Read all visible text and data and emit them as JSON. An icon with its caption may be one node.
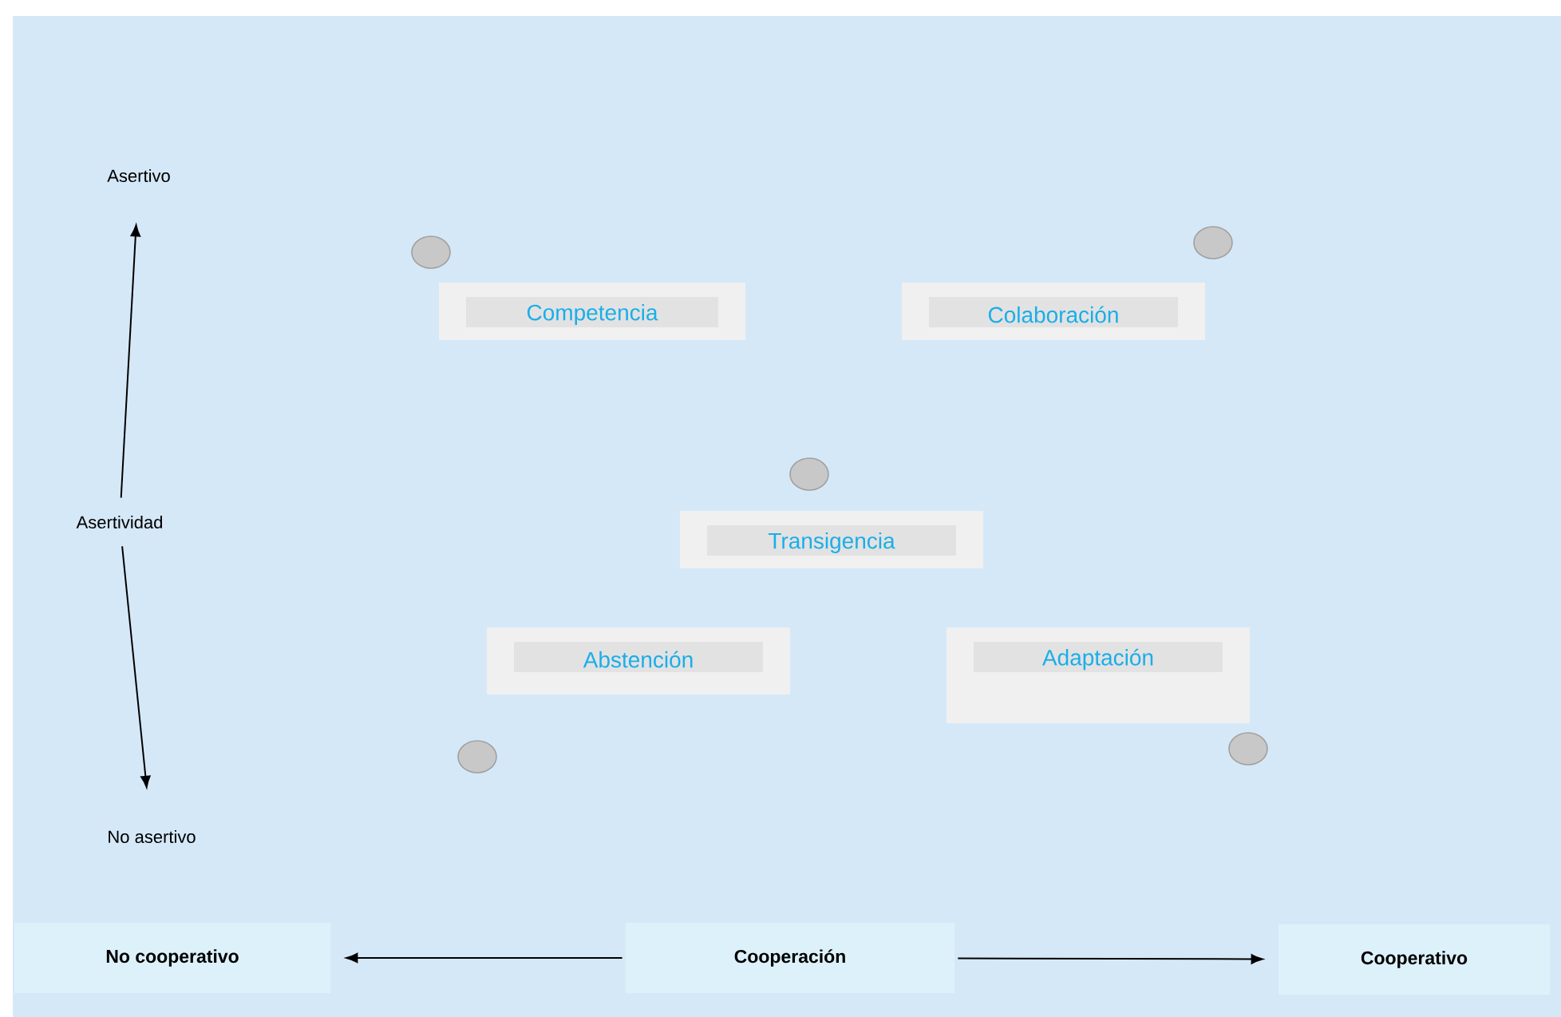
{
  "diagram": {
    "nodes": [
      {
        "text": [
          "Asertivo"
        ]
      },
      {
        "text": [],
        "shape": "circle"
      },
      {
        "text": [],
        "shape": "circle"
      },
      {
        "text": [
          "Competencia"
        ]
      },
      {
        "text": [
          "Colaboración"
        ]
      },
      {
        "text": [],
        "shape": "circle"
      },
      {
        "text": [
          "Asertividad"
        ]
      },
      {
        "text": [
          "Transigencia"
        ]
      },
      {
        "text": [
          "Abstención"
        ]
      },
      {
        "text": [
          "Adaptación"
        ]
      },
      {
        "text": [],
        "shape": "circle"
      },
      {
        "text": [],
        "shape": "circle"
      },
      {
        "text": [
          "No asertivo"
        ]
      },
      {
        "text": [
          "No cooperativo"
        ]
      },
      {
        "text": [
          "Cooperación"
        ]
      },
      {
        "text": [
          "Cooperativo"
        ]
      }
    ],
    "edges": [
      {
        "from": 6,
        "to": 0,
        "arrow": "to"
      },
      {
        "from": 6,
        "to": 12,
        "arrow": "to"
      },
      {
        "from": 14,
        "to": 13,
        "arrow": "to"
      },
      {
        "from": 14,
        "to": 15,
        "arrow": "to"
      }
    ]
  }
}
